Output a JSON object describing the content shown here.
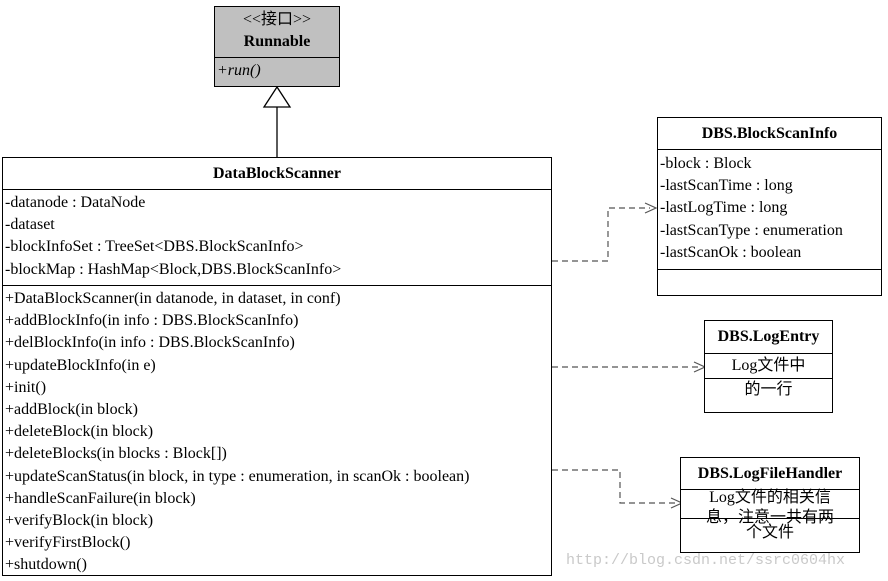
{
  "runnable": {
    "stereotype": "<<接口>>",
    "name": "Runnable",
    "methods": [
      "+run()"
    ]
  },
  "scanner": {
    "name": "DataBlockScanner",
    "attributes": [
      "-datanode : DataNode",
      "-dataset",
      "-blockInfoSet : TreeSet<DBS.BlockScanInfo>",
      "-blockMap : HashMap<Block,DBS.BlockScanInfo>"
    ],
    "methods": [
      "+DataBlockScanner(in datanode, in dataset, in conf)",
      "+addBlockInfo(in info : DBS.BlockScanInfo)",
      "+delBlockInfo(in info : DBS.BlockScanInfo)",
      "+updateBlockInfo(in e)",
      "+init()",
      "+addBlock(in block)",
      "+deleteBlock(in block)",
      "+deleteBlocks(in blocks : Block[])",
      "+updateScanStatus(in block, in type : enumeration, in scanOk : boolean)",
      "+handleScanFailure(in block)",
      "+verifyBlock(in block)",
      "+verifyFirstBlock()",
      "+shutdown()"
    ]
  },
  "scanInfo": {
    "name": "DBS.BlockScanInfo",
    "attributes": [
      "-block : Block",
      "-lastScanTime : long",
      "-lastLogTime : long",
      "-lastScanType : enumeration",
      "-lastScanOk : boolean"
    ]
  },
  "logEntry": {
    "name": "DBS.LogEntry",
    "note_lines": [
      "Log文件中",
      "的一行"
    ]
  },
  "logFileHandler": {
    "name": "DBS.LogFileHandler",
    "note_lines": [
      "Log文件的相关信",
      "息，注意一共有两",
      "个文件"
    ]
  },
  "watermark": "http://blog.csdn.net/ssrc0604hx",
  "colors": {
    "interface_fill": "#c0c0c0",
    "line": "#000000",
    "dashed_line": "#555555"
  }
}
